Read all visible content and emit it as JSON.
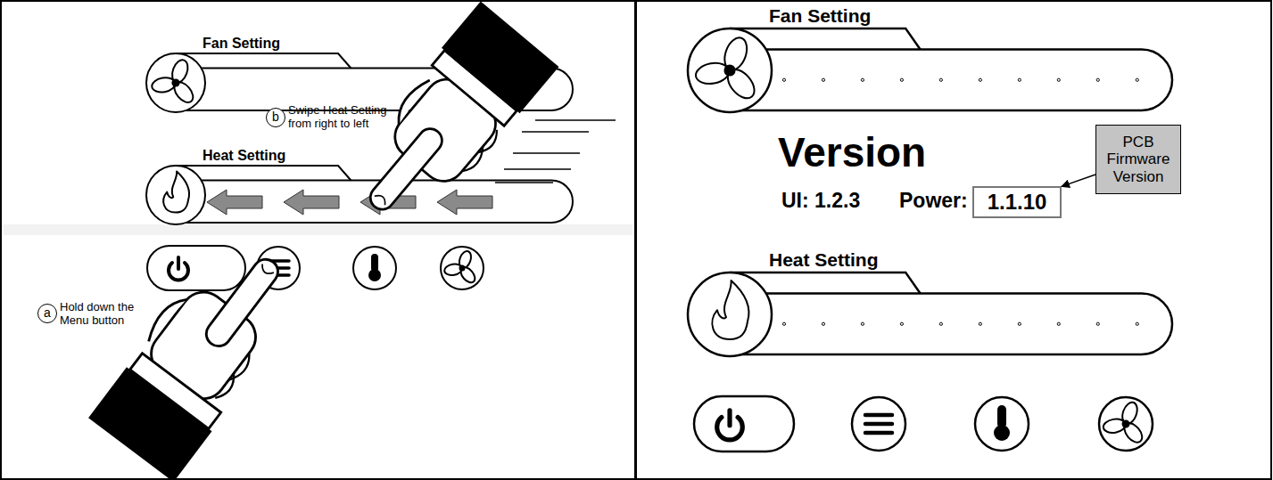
{
  "diagram": {
    "nodes": [
      {
        "text": [
          "Fan Setting"
        ]
      },
      {
        "text": [
          "b"
        ]
      },
      {
        "text": [
          "Heat Setting"
        ]
      },
      {
        "text": [
          "a"
        ]
      },
      {
        "text": [
          "Fan Setting"
        ]
      },
      {
        "text": [
          "PCB Firmware Version"
        ]
      },
      {
        "text": [
          "1.1.10"
        ]
      },
      {
        "text": [
          "Heat Setting"
        ]
      }
    ],
    "edges": [
      {
        "from": 5,
        "to": 6,
        "arrow": "to"
      }
    ],
    "labels": [
      "Swipe Heat Setting from right to left",
      "Hold down the Menu button",
      "Version",
      "UI: 1.2.3",
      "Power:"
    ]
  }
}
